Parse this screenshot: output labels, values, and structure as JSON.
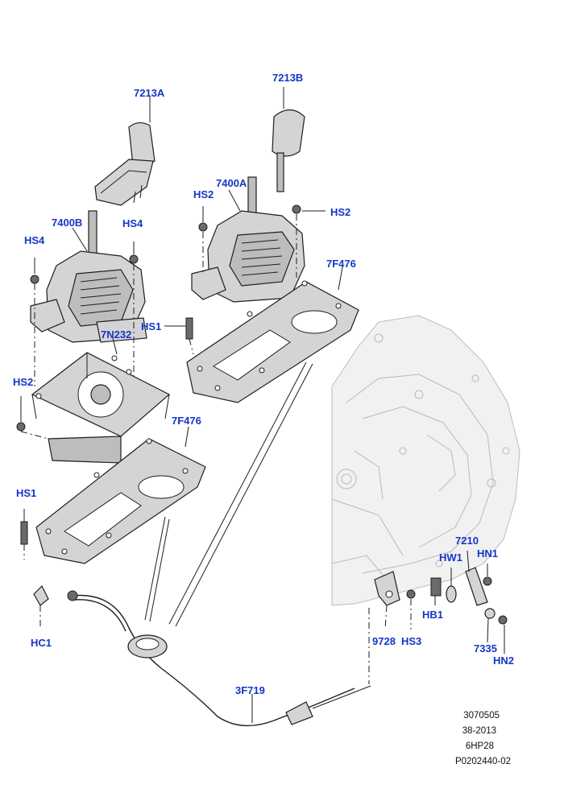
{
  "callouts": {
    "c_7213A": "7213A",
    "c_7213B": "7213B",
    "c_7400A": "7400A",
    "c_7400B": "7400B",
    "c_HS2_a": "HS2",
    "c_HS2_b": "HS2",
    "c_HS2_c": "HS2",
    "c_HS4_a": "HS4",
    "c_HS4_b": "HS4",
    "c_7F476_a": "7F476",
    "c_7F476_b": "7F476",
    "c_HS1_a": "HS1",
    "c_HS1_b": "HS1",
    "c_7N232": "7N232",
    "c_HC1": "HC1",
    "c_3F719": "3F719",
    "c_9728": "9728",
    "c_HS3": "HS3",
    "c_HB1": "HB1",
    "c_HW1": "HW1",
    "c_7210": "7210",
    "c_HN1": "HN1",
    "c_7335": "7335",
    "c_HN2": "HN2"
  },
  "reference": {
    "code": "3070505",
    "date": "38-2013",
    "model": "6HP28",
    "part_number": "P0202440-02"
  },
  "colors": {
    "callout": "#1436c8",
    "line": "#1e1e1e",
    "part_fill": "#d4d4d4",
    "ghost_line": "#b9b9b9"
  }
}
